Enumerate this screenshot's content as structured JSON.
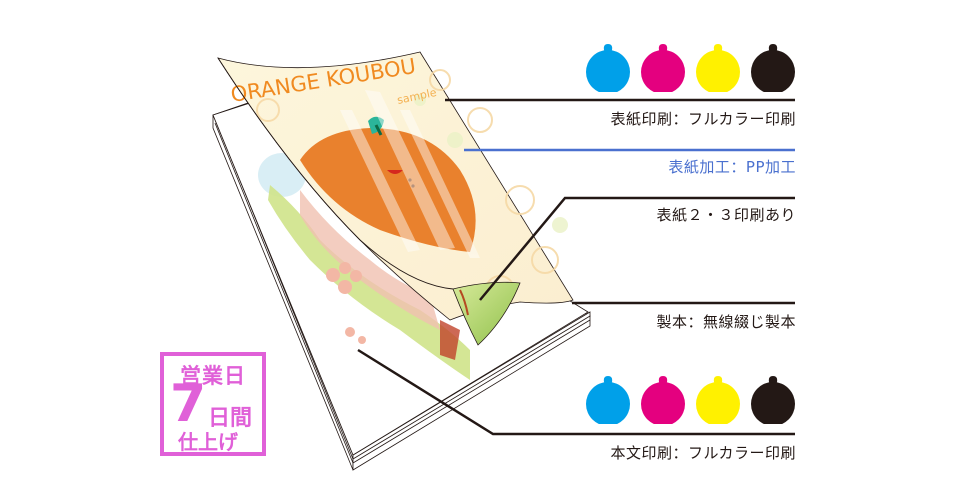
{
  "illustration": {
    "cover_title": "ORANGE KOUBOU",
    "cover_subtitle": "sample"
  },
  "inks": {
    "colors": [
      "#00a0e9",
      "#e4007f",
      "#fff100",
      "#231815"
    ]
  },
  "callouts": {
    "cover_print": "表紙印刷：フルカラー印刷",
    "cover_finish": "表紙加工：PP加工",
    "inner_cover_print": "表紙２・３印刷あり",
    "binding": "製本：無線綴じ製本",
    "body_print": "本文印刷：フルカラー印刷"
  },
  "badge": {
    "line1": "営業日",
    "number": "7",
    "unit": "日間",
    "line3": "仕上げ",
    "color": "#e060d8"
  }
}
